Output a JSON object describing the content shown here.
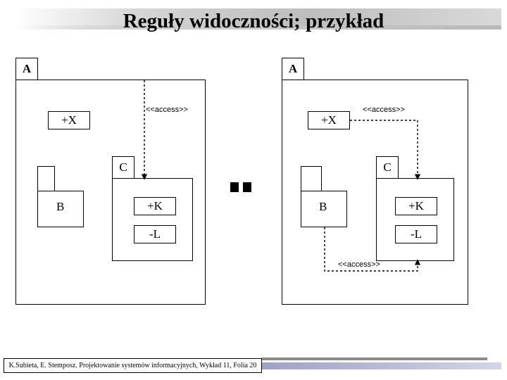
{
  "title": "Reguły widoczności; przykład",
  "package_label": "A",
  "inner_package_label": "C",
  "class_x": "+X",
  "class_b": "B",
  "class_k": "+K",
  "class_l": "-L",
  "access": "<<access>>",
  "footer": "K.Subieta, E. Stemposz. Projektowanie systemów informacyjnych, Wykład 11, Folia 20"
}
